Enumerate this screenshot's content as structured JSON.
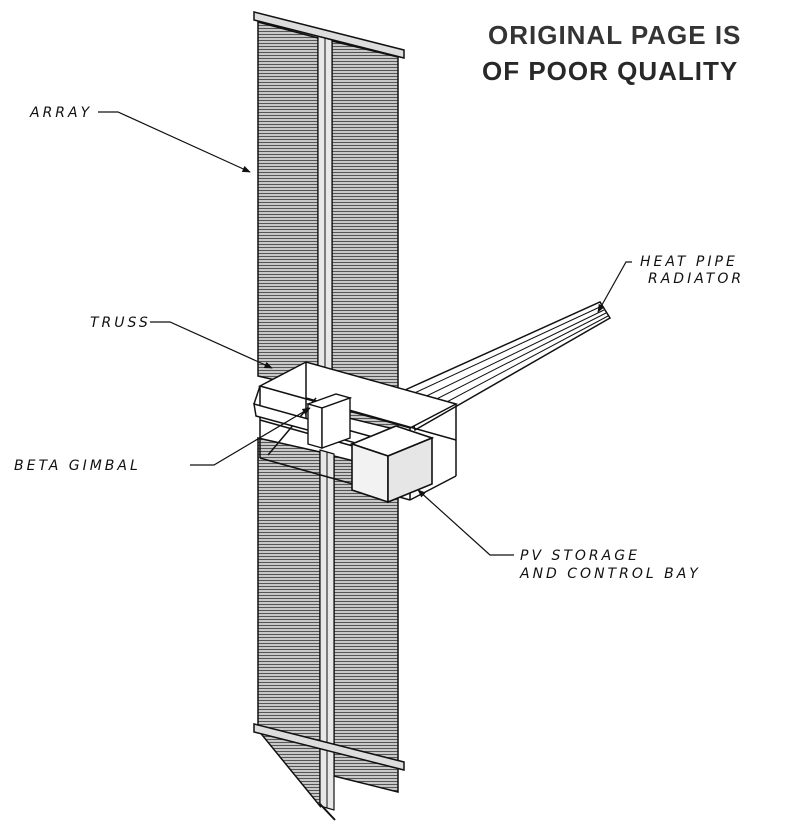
{
  "stamp": {
    "line1": "ORIGINAL PAGE IS",
    "line2": "OF POOR QUALITY"
  },
  "labels": {
    "array": "ARRAY",
    "truss": "TRUSS",
    "beta_gimbal": "BETA GIMBAL",
    "heat_pipe_line1": "HEAT PIPE",
    "heat_pipe_line2": "RADIATOR",
    "pv_line1": "PV STORAGE",
    "pv_line2": "AND CONTROL BAY"
  },
  "colors": {
    "line": "#111111",
    "panel_fill": "#9a9a9a",
    "box_fill": "#f2f2f2"
  }
}
